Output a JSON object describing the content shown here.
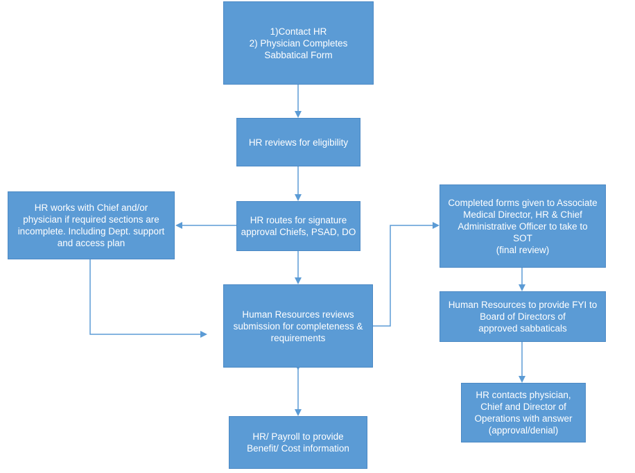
{
  "boxes": {
    "contact_hr": [
      "1)Contact HR",
      "2) Physician Completes",
      "Sabbatical Form"
    ],
    "reviews_eligibility": [
      "HR reviews for eligibility"
    ],
    "routes_signature": [
      "HR routes for signature",
      "approval Chiefs, PSAD, DO"
    ],
    "works_with_chief": [
      "HR works with Chief and/or",
      "physician if required sections are",
      "incomplete. Including Dept. support",
      "and access plan"
    ],
    "reviews_submission": [
      "Human Resources reviews",
      "submission for completeness &",
      "requirements"
    ],
    "payroll_info": [
      "HR/ Payroll to provide",
      "Benefit/ Cost information"
    ],
    "completed_forms": [
      "Completed forms given to Associate",
      "Medical Director, HR & Chief",
      "Administrative Officer to take to",
      "SOT",
      "(final review)"
    ],
    "provide_fyi": [
      "Human Resources to provide FYI to",
      "Board of Directors of",
      "approved sabbaticals"
    ],
    "contacts_physician": [
      "HR contacts physician,",
      "Chief and Director of",
      "Operations with answer",
      "(approval/denial)"
    ]
  },
  "colors": {
    "box_fill": "#5b9bd5",
    "box_border": "#4a88c4",
    "arrow": "#5b9bd5",
    "text": "#ffffff"
  }
}
